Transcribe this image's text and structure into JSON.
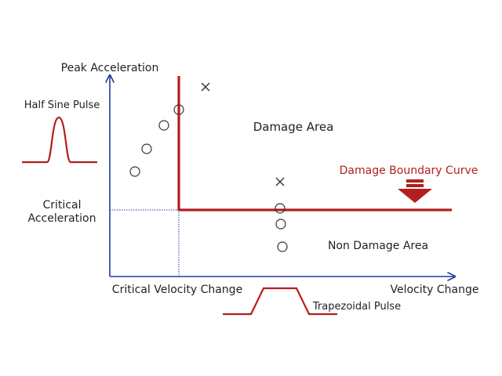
{
  "labels": {
    "y_axis": "Peak Acceleration",
    "x_axis": "Velocity Change",
    "half_sine_pulse": "Half Sine Pulse",
    "critical_acceleration_line1": "Critical",
    "critical_acceleration_line2": "Acceleration",
    "critical_velocity_change": "Critical Velocity Change",
    "trapezoidal_pulse": "Trapezoidal Pulse",
    "damage_area": "Damage Area",
    "non_damage_area": "Non Damage Area",
    "damage_boundary_curve": "Damage Boundary Curve"
  },
  "colors": {
    "axis": "#1f3f99",
    "boundary": "#b41e1e",
    "text": "#222222",
    "marker": "#333333"
  }
}
